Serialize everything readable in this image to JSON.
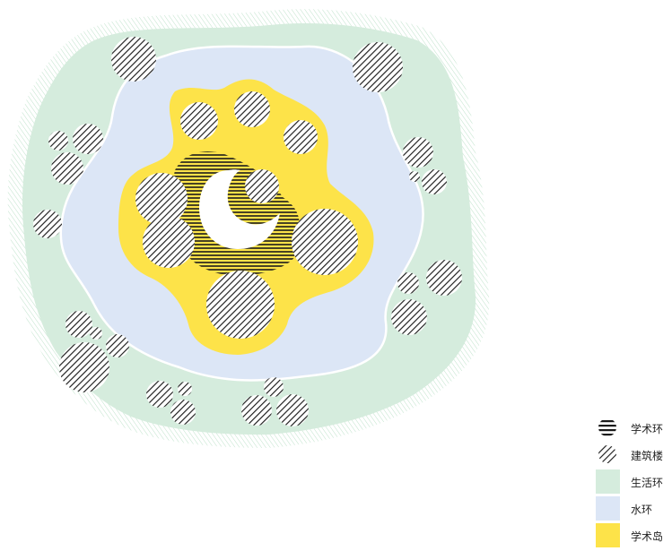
{
  "colors": {
    "life_ring": "#d5ecdd",
    "water_ring": "#dce6f6",
    "academic_island": "#fde349",
    "hatch": "#1a1a1a"
  },
  "legend": {
    "items": [
      {
        "key": "academic_ring",
        "label": "学术环",
        "pattern": "horizontal-hatch-circle"
      },
      {
        "key": "buildings",
        "label": "建筑楼",
        "pattern": "diagonal-hatch-circle"
      },
      {
        "key": "life_ring",
        "label": "生活环",
        "color": "#d5ecdd"
      },
      {
        "key": "water_ring",
        "label": "水环",
        "color": "#dce6f6"
      },
      {
        "key": "academic_island",
        "label": "学术岛",
        "color": "#fde349"
      }
    ]
  }
}
